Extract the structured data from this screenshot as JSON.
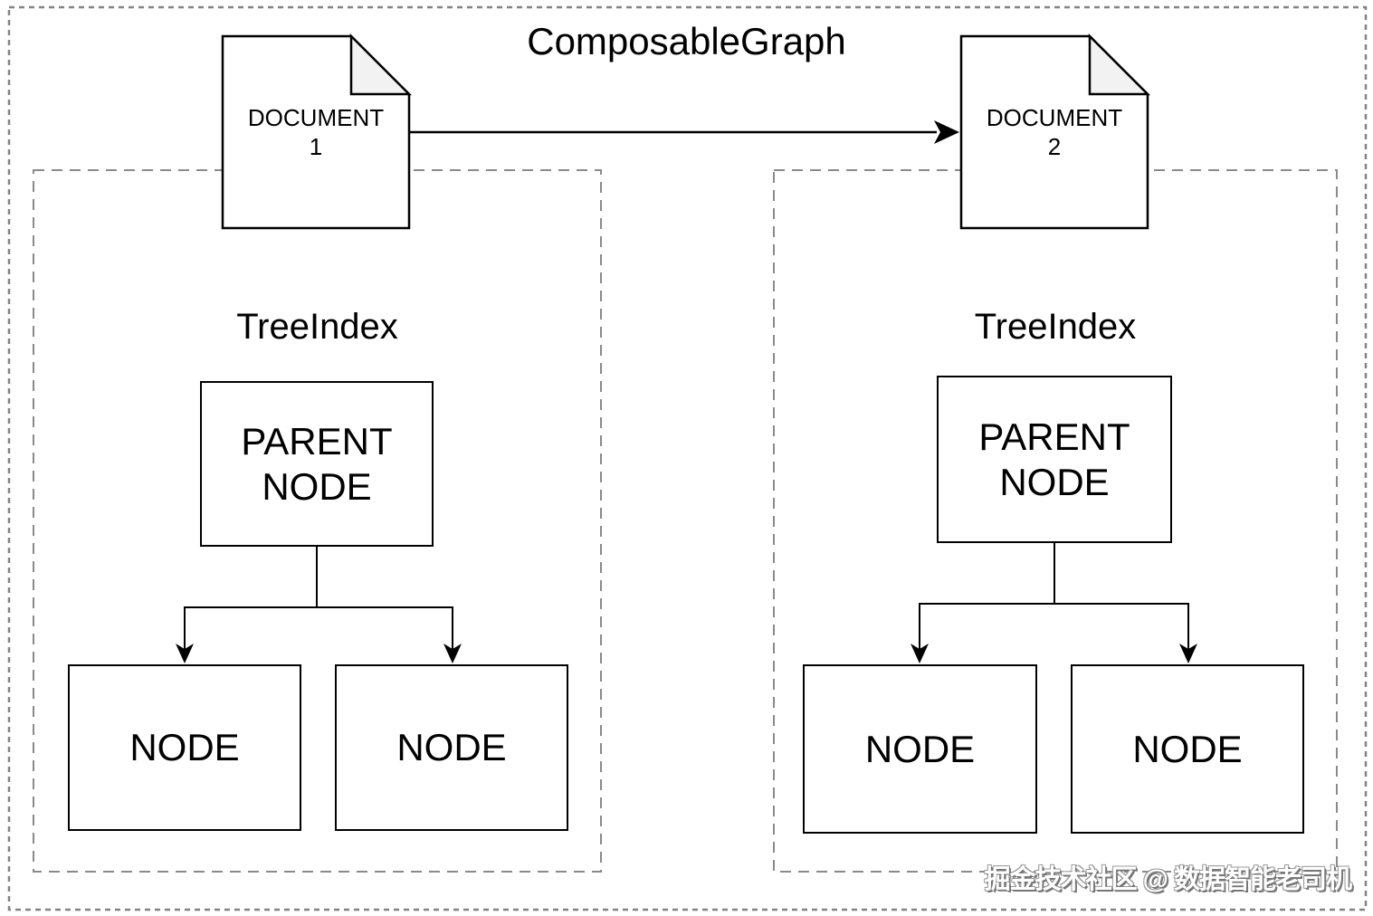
{
  "title": "ComposableGraph",
  "documents": [
    {
      "name": "DOCUMENT",
      "number": "1"
    },
    {
      "name": "DOCUMENT",
      "number": "2"
    }
  ],
  "tree_groups": [
    {
      "index_label": "TreeIndex",
      "parent_node": {
        "line1": "PARENT",
        "line2": "NODE"
      },
      "child_nodes": [
        "NODE",
        "NODE"
      ]
    },
    {
      "index_label": "TreeIndex",
      "parent_node": {
        "line1": "PARENT",
        "line2": "NODE"
      },
      "child_nodes": [
        "NODE",
        "NODE"
      ]
    }
  ],
  "watermark": "掘金技术社区 @ 数据智能老司机",
  "colors": {
    "line": "#000000",
    "dashed_border": "#838383",
    "fold_fill": "#f2f2f2",
    "background": "#ffffff"
  }
}
